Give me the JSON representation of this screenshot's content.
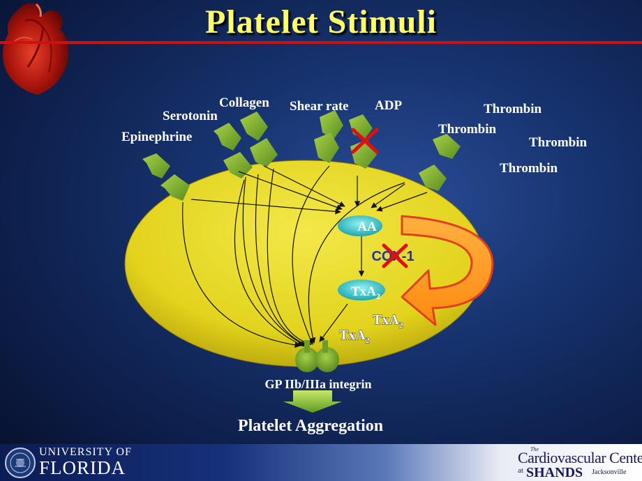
{
  "title": "Platelet Stimuli",
  "stimuli": {
    "epinephrine": "Epinephrine",
    "serotonin": "Serotonin",
    "collagen": "Collagen",
    "shear_rate": "Shear rate",
    "adp": "ADP",
    "thrombin": "Thrombin"
  },
  "pathway": {
    "aa": "AA",
    "cox": "COX-1",
    "txa": "TxA",
    "txa_sub": "2",
    "receptor": "GP IIb/IIIa integrin",
    "outcome": "Platelet Aggregation"
  },
  "footer": {
    "university_line1": "UNIVERSITY OF",
    "university_line2": "FLORIDA",
    "center_the": "The",
    "center_name": "Cardiovascular Center",
    "center_at": "at",
    "center_shands": "SHANDS",
    "center_city": "Jacksonville"
  },
  "colors": {
    "title": "#ffff66",
    "platelet": "#e6d820",
    "receptor": "#7fb236",
    "inhibitor_x": "#e01010",
    "feedback_arrow": "#ff9a1a",
    "molecule": "#33cccc"
  }
}
